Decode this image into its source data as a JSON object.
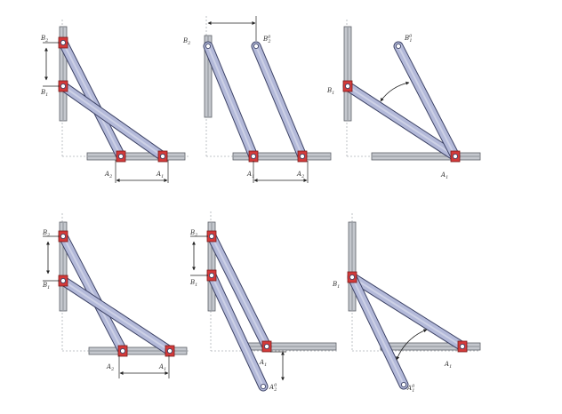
{
  "colors": {
    "background": "#ffffff",
    "rail_fill": "#c4c7cd",
    "rail_edge": "#5c6068",
    "rail_slot": "#8d9198",
    "rod_fill": "#b3b9d9",
    "rod_edge": "#3d4366",
    "block_fill": "#d43a3a",
    "block_edge": "#7a1b1b",
    "guide_line": "#aeb1b8",
    "dim_line": "#222222",
    "label": "#333333"
  },
  "panels": [
    {
      "name": "panel-1",
      "labels": [
        {
          "base": "B",
          "sub": "2"
        },
        {
          "base": "B",
          "sub": "1"
        },
        {
          "base": "A",
          "sub": "2"
        },
        {
          "base": "A",
          "sub": "1"
        }
      ]
    },
    {
      "name": "panel-2",
      "labels": [
        {
          "base": "B",
          "sub": "2"
        },
        {
          "base": "B",
          "sub": "2",
          "sup": "0"
        },
        {
          "base": "A",
          "sub": "1"
        },
        {
          "base": "A",
          "sub": "2"
        }
      ]
    },
    {
      "name": "panel-3",
      "labels": [
        {
          "base": "B",
          "sub": "1",
          "sup": "0"
        },
        {
          "base": "B",
          "sub": "1"
        },
        {
          "base": "A",
          "sub": "1"
        }
      ]
    },
    {
      "name": "panel-4",
      "labels": [
        {
          "base": "B",
          "sub": "2"
        },
        {
          "base": "B",
          "sub": "1"
        },
        {
          "base": "A",
          "sub": "2"
        },
        {
          "base": "A",
          "sub": "1"
        }
      ]
    },
    {
      "name": "panel-5",
      "labels": [
        {
          "base": "B",
          "sub": "2"
        },
        {
          "base": "B",
          "sub": "1"
        },
        {
          "base": "A",
          "sub": "1"
        },
        {
          "base": "A",
          "sub": "2",
          "sup": "0"
        }
      ]
    },
    {
      "name": "panel-6",
      "labels": [
        {
          "base": "B",
          "sub": "1"
        },
        {
          "base": "A",
          "sub": "1"
        },
        {
          "base": "A",
          "sub": "1",
          "sup": "0"
        }
      ]
    }
  ]
}
